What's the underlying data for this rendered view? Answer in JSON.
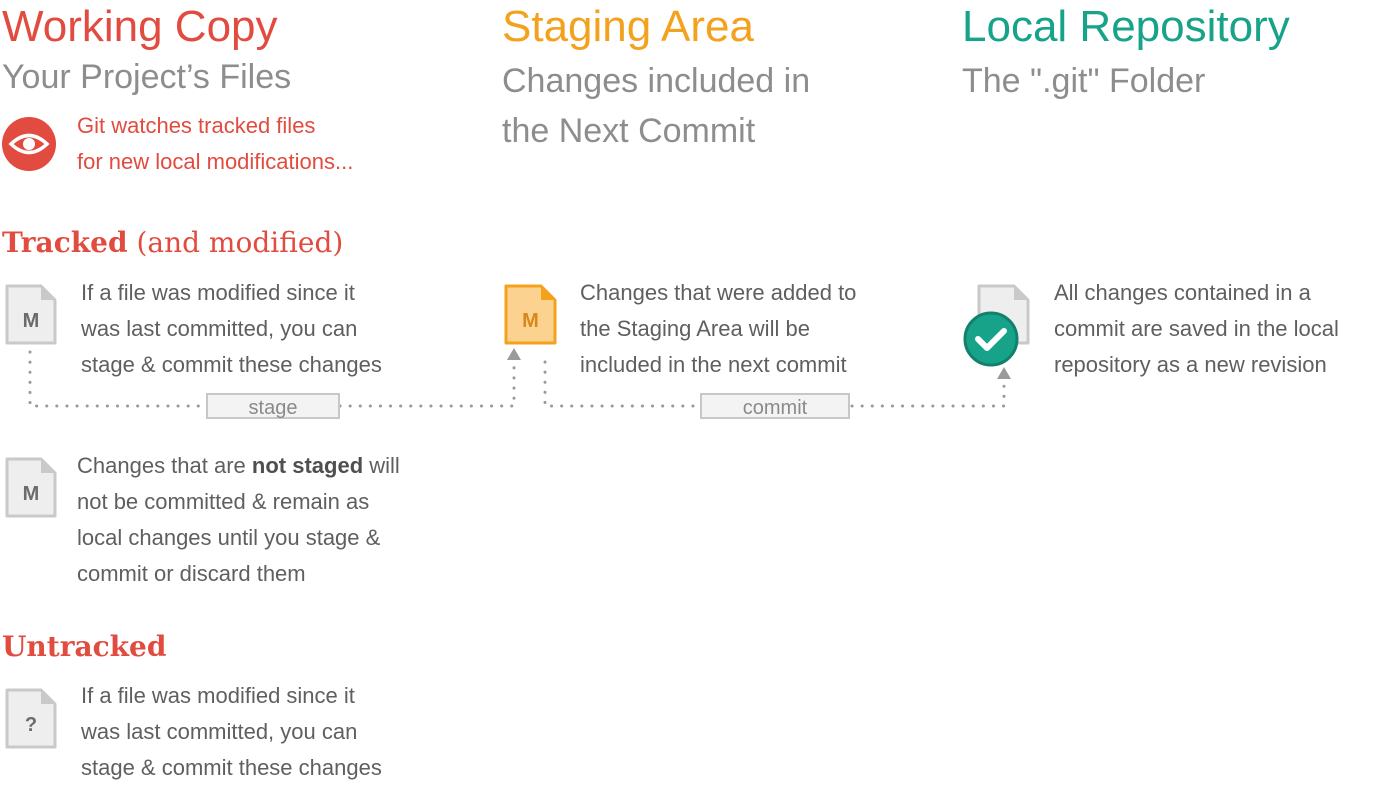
{
  "columns": {
    "working": {
      "title": "Working Copy",
      "subtitle": "Your Project’s Files",
      "color": "#e24b3f"
    },
    "staging": {
      "title": "Staging Area",
      "subtitle_line1": "Changes included in",
      "subtitle_line2": "the Next Commit",
      "color": "#f4a21e"
    },
    "local": {
      "title": "Local Repository",
      "subtitle": "The \".git\" Folder",
      "color": "#17a38a"
    }
  },
  "watch_note": {
    "icon": "eye-icon",
    "line1": "Git watches tracked files",
    "line2": "for new local modifications..."
  },
  "tracked": {
    "heading_bold": "Tracked",
    "heading_rest": " (and modified)",
    "file_badge": "M",
    "desc_lines": [
      "If a file was modified since it",
      "was last committed, you can",
      "stage & commit these changes"
    ]
  },
  "staged_file": {
    "file_badge": "M",
    "desc_lines": [
      "Changes that were added to",
      "the Staging Area will be",
      "included in the next commit"
    ]
  },
  "committed_file": {
    "icon": "checkmark-icon",
    "desc_lines": [
      "All changes contained in a",
      "commit are saved in the local",
      "repository as a new revision"
    ]
  },
  "actions": {
    "stage_label": "stage",
    "commit_label": "commit"
  },
  "not_staged": {
    "file_badge": "M",
    "text_before": "Changes that are ",
    "text_bold": "not staged",
    "text_after": " will",
    "desc_lines": [
      "not be committed & remain as",
      "local changes until you stage &",
      "commit or discard them"
    ]
  },
  "untracked": {
    "heading": "Untracked",
    "file_badge": "?",
    "desc_lines": [
      "If a file was modified since it",
      "was last committed, you can",
      "stage & commit these changes"
    ]
  }
}
